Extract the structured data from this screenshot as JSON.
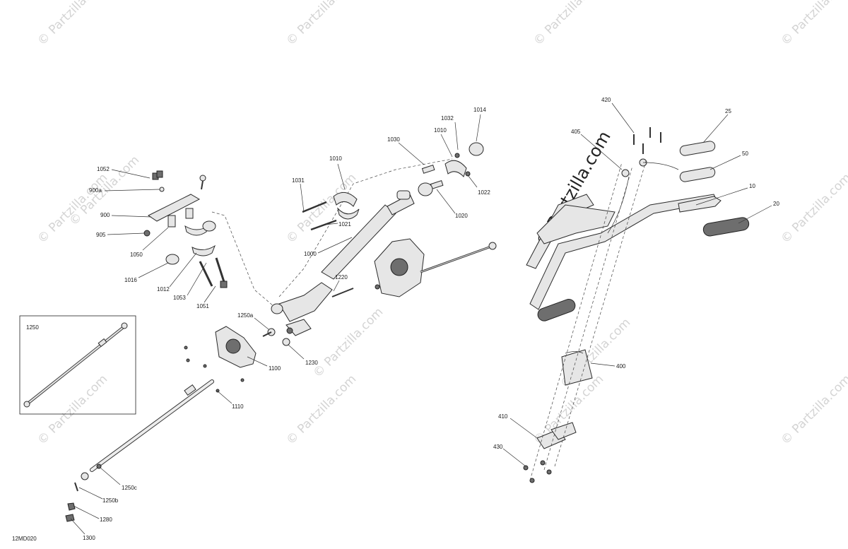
{
  "diagram": {
    "code": "12MD020",
    "inset_label": "1250",
    "watermark": "© Partzilla.com",
    "center_watermark": "© Partzilla.com",
    "callouts": [
      {
        "id": "c1052",
        "text": "1052"
      },
      {
        "id": "c900a",
        "text": "900a"
      },
      {
        "id": "c900",
        "text": "900"
      },
      {
        "id": "c905",
        "text": "905"
      },
      {
        "id": "c1050",
        "text": "1050"
      },
      {
        "id": "c1016",
        "text": "1016"
      },
      {
        "id": "c1012",
        "text": "1012"
      },
      {
        "id": "c1053",
        "text": "1053"
      },
      {
        "id": "c1051",
        "text": "1051"
      },
      {
        "id": "c1031",
        "text": "1031"
      },
      {
        "id": "c1010a",
        "text": "1010"
      },
      {
        "id": "c1021",
        "text": "1021"
      },
      {
        "id": "c1000",
        "text": "1000"
      },
      {
        "id": "c1030",
        "text": "1030"
      },
      {
        "id": "c1010b",
        "text": "1010"
      },
      {
        "id": "c1032",
        "text": "1032"
      },
      {
        "id": "c1014",
        "text": "1014"
      },
      {
        "id": "c1022",
        "text": "1022"
      },
      {
        "id": "c1020",
        "text": "1020"
      },
      {
        "id": "c1220",
        "text": "1220"
      },
      {
        "id": "c1250a",
        "text": "1250a"
      },
      {
        "id": "c1230",
        "text": "1230"
      },
      {
        "id": "c1100",
        "text": "1100"
      },
      {
        "id": "c1110",
        "text": "1110"
      },
      {
        "id": "c1250c",
        "text": "1250c"
      },
      {
        "id": "c1250b",
        "text": "1250b"
      },
      {
        "id": "c1280",
        "text": "1280"
      },
      {
        "id": "c1300",
        "text": "1300"
      },
      {
        "id": "c420",
        "text": "420"
      },
      {
        "id": "c405",
        "text": "405"
      },
      {
        "id": "c25",
        "text": "25"
      },
      {
        "id": "c50",
        "text": "50"
      },
      {
        "id": "c10",
        "text": "10"
      },
      {
        "id": "c20",
        "text": "20"
      },
      {
        "id": "c400",
        "text": "400"
      },
      {
        "id": "c410",
        "text": "410"
      },
      {
        "id": "c430",
        "text": "430"
      }
    ]
  }
}
